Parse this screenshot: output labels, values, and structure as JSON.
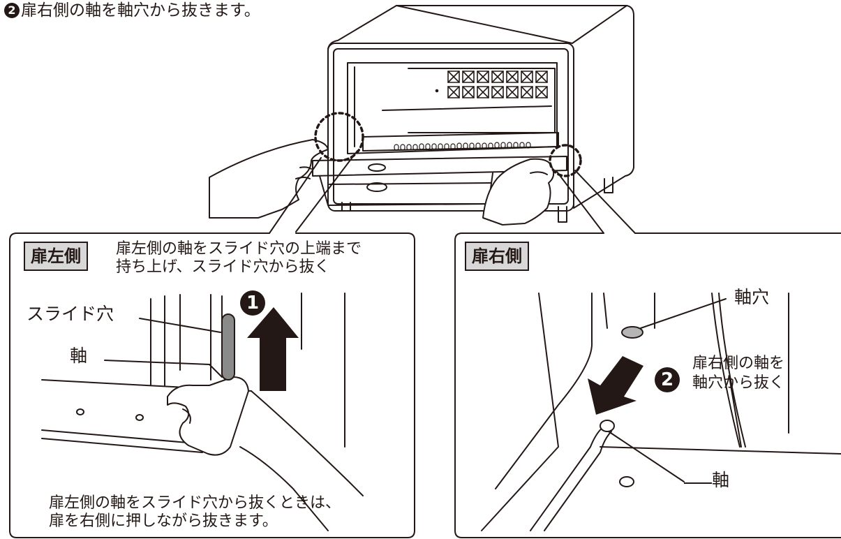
{
  "title": {
    "number": "2",
    "text": "扉右側の軸を軸穴から抜きます。"
  },
  "left_panel": {
    "tag": "扉左側",
    "caption_line1": "扉左側の軸をスライド穴の上端まで",
    "caption_line2": "持ち上げ、スライド穴から抜く",
    "step_number": "1",
    "label_slide_hole": "スライド穴",
    "label_shaft": "軸",
    "note_line1": "扉左側の軸をスライド穴から抜くときは、",
    "note_line2": "扉を右側に押しながら抜きます。"
  },
  "right_panel": {
    "tag": "扉右側",
    "step_number": "2",
    "label_shaft_hole": "軸穴",
    "caption_line1": "扉右側の軸を",
    "caption_line2": "軸穴から抜く",
    "label_shaft": "軸"
  },
  "icons": [
    "up-arrow-icon",
    "down-arrow-icon"
  ],
  "colors": {
    "line": "#231815",
    "tag_fill": "#d8d8d8",
    "arrow": "#231815",
    "slot_fill": "#8a8a8a",
    "hole_fill": "#b5b5b5"
  }
}
